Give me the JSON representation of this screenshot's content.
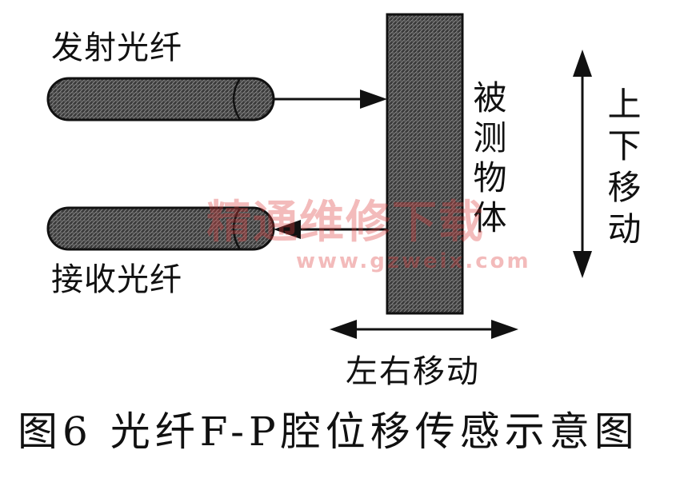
{
  "labels": {
    "emit_fiber": "发射光纤",
    "receive_fiber": "接收光纤",
    "object": "被测物体",
    "up_down": "上下移动",
    "left_right": "左右移动"
  },
  "caption": "图6  光纤F-P腔位移传感示意图",
  "watermark": {
    "site_name": "精通维修下载",
    "url": "www.gzweix.com"
  },
  "colors": {
    "line": "#111111",
    "fill": "#444444",
    "watermark": "#dc3c3c"
  }
}
